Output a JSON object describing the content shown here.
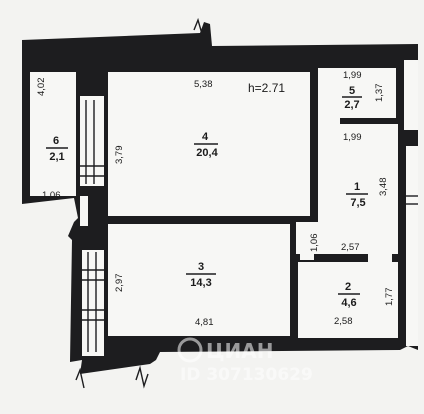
{
  "plan": {
    "ceiling_height": "h=2.71",
    "rooms": [
      {
        "number": "1",
        "area": "7,5"
      },
      {
        "number": "2",
        "area": "4,6"
      },
      {
        "number": "3",
        "area": "14,3"
      },
      {
        "number": "4",
        "area": "20,4"
      },
      {
        "number": "5",
        "area": "2,7"
      },
      {
        "number": "6",
        "area": "2,1"
      }
    ],
    "dimensions": {
      "room4_width": "5,38",
      "room4_depth": "3,79",
      "room5_width": "1,99",
      "room5_depth": "1,37",
      "room1_width": "1,99",
      "room1_depth": "3,48",
      "corridor_depth": "1,06",
      "corridor_width": "2,57",
      "room2_width": "2,58",
      "room2_depth": "1,77",
      "room3_depth": "2,97",
      "room3_width": "4,81",
      "balcony_length": "4,02",
      "balcony_width": "1,06"
    },
    "watermark": {
      "brand": "ЦИАН",
      "id": "ID 307130629"
    }
  }
}
